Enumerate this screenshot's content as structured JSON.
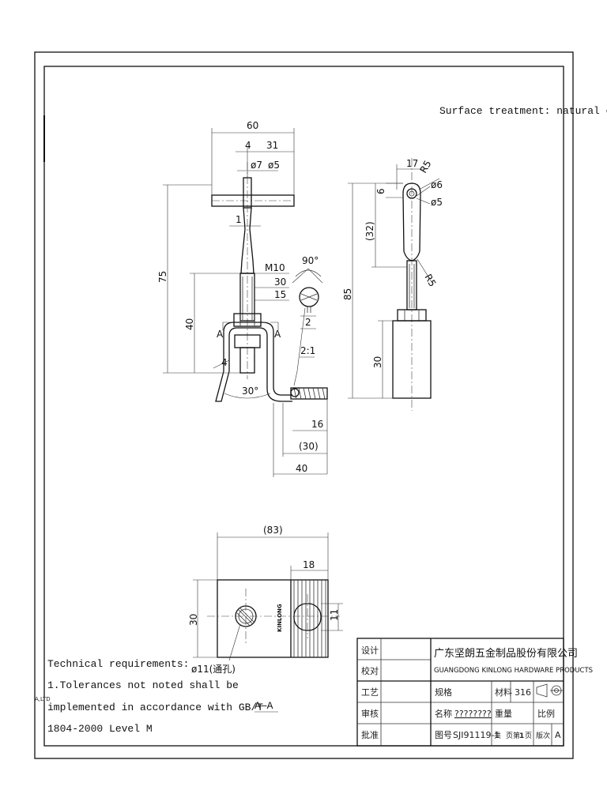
{
  "surface_note": "Surface treatment: natural color",
  "front_view": {
    "dims": {
      "d60": "60",
      "d4": "4",
      "d31": "31",
      "d7": "ø7",
      "d5": "ø5",
      "d1": "1",
      "d75": "75",
      "m10": "M10",
      "d30": "30",
      "d15": "15",
      "d40": "40",
      "d30deg": "30°",
      "d16": "16",
      "d30ref": "(30)",
      "d40b": "40",
      "secA_left": "A",
      "secA_right": "A",
      "d4wire": "4"
    }
  },
  "detail": {
    "angle": "90°",
    "d2": "2",
    "scale": "2:1"
  },
  "side_view": {
    "dims": {
      "d17": "17",
      "r5a": "R5",
      "d6": "6",
      "phi6": "ø6",
      "phi5": "ø5",
      "d32": "(32)",
      "d85": "85",
      "r5b": "R5",
      "d30": "30"
    }
  },
  "section_view": {
    "dims": {
      "d83": "(83)",
      "d18": "18",
      "d30": "30",
      "d11": "11",
      "hole": "ø11(通孔)"
    },
    "brand_text": "KINLONG",
    "label": "A—A"
  },
  "technical_requirements": {
    "heading": "Technical requirements:",
    "line1": "1.Tolerances not noted shall be",
    "line2": "implemented in accordance with GB/T",
    "line3": "1804-2000 Level M",
    "margin_text": "A,LTD"
  },
  "title_block": {
    "company_cn": "广东坚朗五金制品股份有限公司",
    "company_en": "GUANGDONG KINLONG HARDWARE PRODUCTS",
    "labels": {
      "design": "设计",
      "check": "校对",
      "process": "工艺",
      "review": "审核",
      "approve": "批准",
      "spec": "规格",
      "material": "材料",
      "name": "名称",
      "weight": "重量",
      "scale": "比例",
      "drawing_no": "图号",
      "total": "共",
      "page_info": "页第",
      "sheet": "页",
      "version": "版次"
    },
    "material_value": "316",
    "name_value": "????????",
    "drawing_no_value": "SJI91119-1",
    "sheet_value": "1",
    "version_value": "A"
  }
}
